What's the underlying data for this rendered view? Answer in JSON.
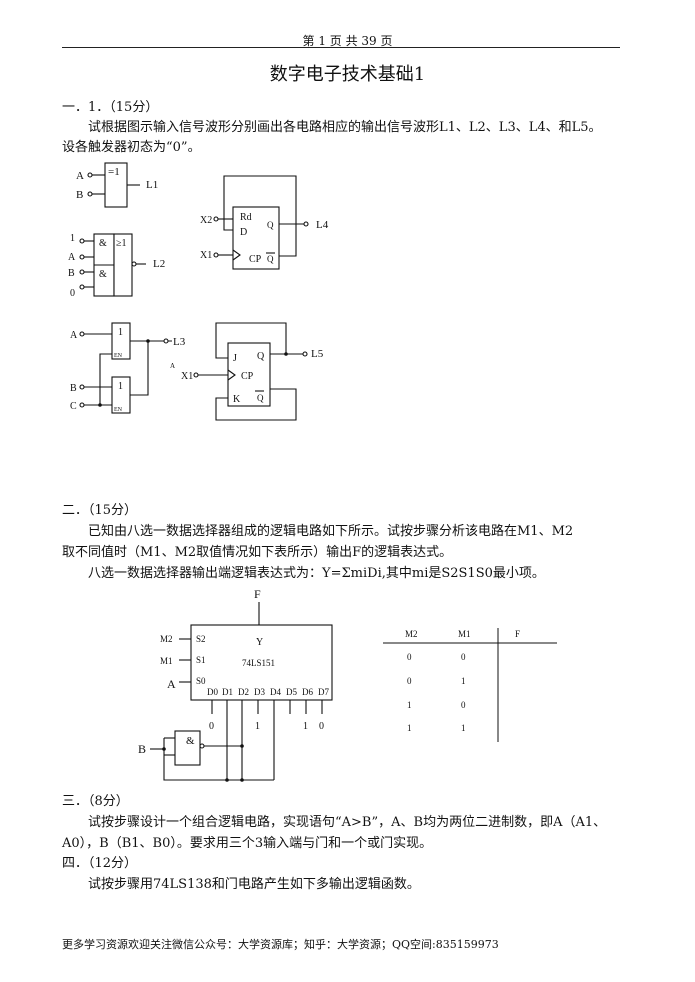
{
  "header": {
    "page_info": "第 1 页 共 39 页"
  },
  "title": "数字电子技术基础1",
  "q1": {
    "heading": "一．1．（15分）",
    "line1": "试根据图示输入信号波形分别画出各电路相应的输出信号波形L1、L2、L3、L4、和L5。",
    "line2": "设各触发器初态为“0”。",
    "c1": {
      "gate": "=1",
      "in_a": "A",
      "in_b": "B",
      "out": "L1"
    },
    "c2": {
      "in1": "1",
      "in_a": "A",
      "in_b": "B",
      "in0": "0",
      "and1": "&",
      "and2": "&",
      "or": "≥1",
      "out": "L2"
    },
    "c3": {
      "in_a": "A",
      "in_b": "B",
      "in_c": "C",
      "buf1": "1",
      "buf2": "1",
      "en1": "EN",
      "en2": "EN",
      "out": "L3"
    },
    "c4": {
      "x2": "X2",
      "x1": "X1",
      "rd": "Rd",
      "d": "D",
      "cp": "CP",
      "q": "Q",
      "qbar": "Q",
      "out": "L4"
    },
    "c5": {
      "a": "A",
      "x1": "X1",
      "j": "J",
      "cp": "CP",
      "k": "K",
      "q": "Q",
      "qbar": "Q",
      "out": "L5"
    }
  },
  "q2": {
    "heading": "二．（15分）",
    "line1": "已知由八选一数据选择器组成的逻辑电路如下所示。试按步骤分析该电路在M1、M2",
    "line2": "取不同值时（M1、M2取值情况如下表所示）输出F的逻辑表达式。",
    "line3": "八选一数据选择器输出端逻辑表达式为：Y=ΣmiDi,其中mi是S2S1S0最小项。",
    "circuit": {
      "f": "F",
      "y": "Y",
      "chip": "74LS151",
      "m2": "M2",
      "m1": "M1",
      "a": "A",
      "b": "B",
      "s2": "S2",
      "s1": "S1",
      "s0": "S0",
      "d_labels": [
        "D0",
        "D1",
        "D2",
        "D3",
        "D4",
        "D5",
        "D6",
        "D7"
      ],
      "d_values": [
        "0",
        "1",
        "1",
        "0"
      ],
      "nand": "&"
    },
    "table": {
      "headers": [
        "M2",
        "M1",
        "F"
      ],
      "rows": [
        [
          "0",
          "0",
          ""
        ],
        [
          "0",
          "1",
          ""
        ],
        [
          "1",
          "0",
          ""
        ],
        [
          "1",
          "1",
          ""
        ]
      ]
    }
  },
  "q3": {
    "heading": "三．（8分）",
    "line1": "试按步骤设计一个组合逻辑电路，实现语句“A>B”，A、B均为两位二进制数，即A（A1、",
    "line2": "A0），B（B1、B0）。要求用三个3输入端与门和一个或门实现。"
  },
  "q4": {
    "heading": "四．（12分）",
    "line1": "试按步骤用74LS138和门电路产生如下多输出逻辑函数。"
  },
  "footer": "更多学习资源欢迎关注微信公众号：大学资源库；知乎：大学资源；QQ空间:835159973"
}
